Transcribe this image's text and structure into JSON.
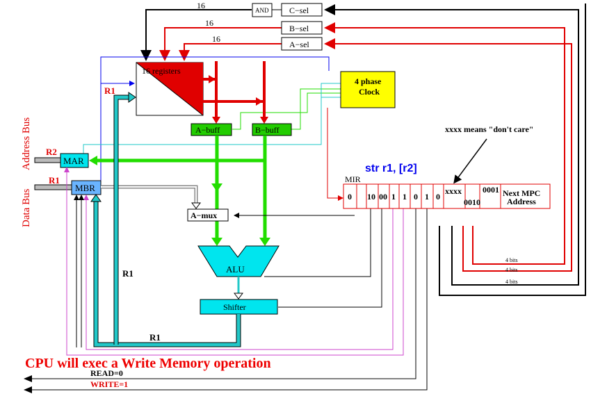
{
  "title": "str r1, [r2]",
  "caption": "CPU will exec a Write Memory operation",
  "note": "xxxx means \"don't care\"",
  "colors": {
    "register_file": "#e00000",
    "red_bus": "#e00000",
    "green_bus": "#22dd00",
    "cyan_bus": "#22c8c8",
    "clock": "#ffff00",
    "magenta": "#cc44cc",
    "caption": "#ee0000",
    "title": "#0000ee"
  },
  "registers": {
    "label": "16 registers"
  },
  "clock": {
    "line1": "4 phase",
    "line2": "Clock"
  },
  "buffers": {
    "a": "A−buff",
    "b": "B−buff"
  },
  "mux": {
    "label": "A−mux"
  },
  "alu": {
    "label": "ALU"
  },
  "shifter": {
    "label": "Shifter"
  },
  "mar": {
    "label": "MAR"
  },
  "mbr": {
    "label": "MBR"
  },
  "sel": {
    "and": "AND",
    "c": "C−sel",
    "b": "B−sel",
    "a": "A−sel",
    "width": "16"
  },
  "bus_labels": {
    "address": "Address Bus",
    "data": "Data Bus",
    "r1_top": "R1",
    "r2_mar": "R2",
    "r1_mbr": "R1",
    "r1_vertical": "R1",
    "r1_bottom": "R1"
  },
  "mir": {
    "label": "MIR",
    "fields": [
      "0",
      "",
      "10",
      "00",
      "1",
      "1",
      "0",
      "1",
      "0",
      "xxxx",
      "0010",
      "0001"
    ],
    "next_label_1": "Next MPC",
    "next_label_2": "Address"
  },
  "bits_labels": [
    "4 bits",
    "4 bits",
    "4 bits"
  ],
  "memory_signals": {
    "read": "READ=0",
    "write": "WRITE=1"
  }
}
